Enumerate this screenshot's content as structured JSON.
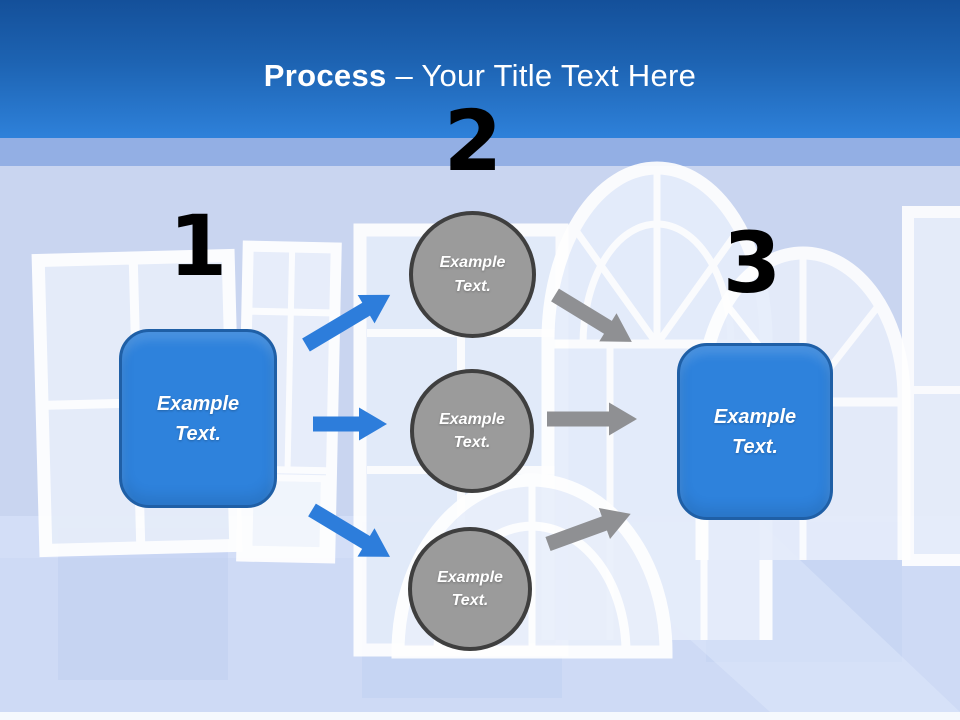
{
  "slide": {
    "title": {
      "emphasis": "Process",
      "rest": "– Your Title Text Here"
    }
  },
  "diagram": {
    "steps": [
      {
        "number": "1",
        "shape": "rounded-rectangle",
        "label": "Example Text."
      },
      {
        "number": "2",
        "shape": "circles",
        "circles": [
          "Example Text.",
          "Example Text.",
          "Example Text."
        ]
      },
      {
        "number": "3",
        "shape": "rounded-rectangle",
        "label": "Example Text."
      }
    ]
  },
  "background": {
    "depicts": "translucent white window frames (rectangular and arched) standing on a reflective light-blue floor"
  },
  "colors": {
    "header_top": "#14509a",
    "header_bottom": "#2e81da",
    "band": "#93afe4",
    "body_background": "#c9d5f0",
    "title_color": "#ffffff",
    "number_color": "#000000",
    "box_fill": "#2e82dc",
    "box_border": "#1f5fa6",
    "circle_fill": "#9b9b9b",
    "circle_border": "#3f3f3f",
    "blue_arrow": "#2d7ddb",
    "gray_arrow": "#8f9093",
    "footer_strip": "#f6f9fd"
  }
}
